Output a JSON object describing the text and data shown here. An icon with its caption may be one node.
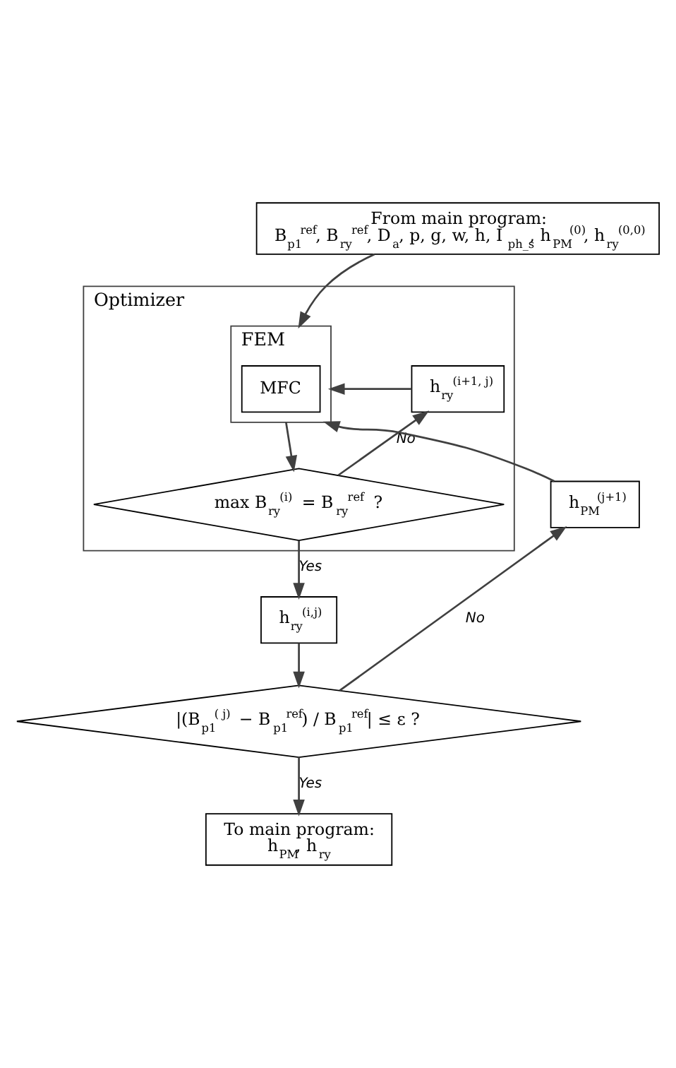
{
  "diagram": {
    "nodes": [
      {
        "text": [
          "From main program:",
          "B$_{p1}$$^{ref}$, B$_{ry}$$^{ref}$, D$_{a}$, p, g, w, h, I$_{ph_s}$, h$_{PM}$$^{(0)}$, h$_{ry}$$^{(0,0)}$"
        ]
      },
      {
        "text": [
          "Optimizer"
        ]
      },
      {
        "text": [
          "FEM"
        ],
        "in": 1
      },
      {
        "text": [
          "MFC"
        ],
        "in": 2
      },
      {
        "text": [
          "h$_{ry}$$^{(i+1, j)}$"
        ],
        "in": 1
      },
      {
        "text": [
          "max B$_{ry}$$^{(i)}$ = B$_{ry}$$^{ref}$ ?"
        ],
        "in": 1
      },
      {
        "text": [
          "h$_{PM}$$^{(j+1)}$"
        ]
      },
      {
        "text": [
          "h$_{ry}$$^{(i,j)}$"
        ]
      },
      {
        "text": [
          "|(B$_{p1}$$^{( j)}$ − B$_{p1}$$^{ref}$) / B$_{p1}$$^{ref}$| ≤ ε ?"
        ]
      },
      {
        "text": [
          "To main program:",
          "h$_{PM}$, h$_{ry}$"
        ]
      }
    ],
    "edges": [
      {
        "from": 0,
        "to": 2,
        "arrow": "to"
      },
      {
        "from": 6,
        "to": 2,
        "arrow": "to"
      },
      {
        "from": 4,
        "to": 2,
        "arrow": "to"
      },
      {
        "from": 2,
        "to": 5,
        "arrow": "to"
      },
      {
        "from": 5,
        "to": 4,
        "arrow": "to",
        "label": "No"
      },
      {
        "from": 5,
        "to": 7,
        "arrow": "to",
        "label": "Yes"
      },
      {
        "from": 7,
        "to": 8,
        "arrow": "to"
      },
      {
        "from": 8,
        "to": 6,
        "arrow": "to",
        "label": "No"
      },
      {
        "from": 8,
        "to": 9,
        "arrow": "to",
        "label": "Yes"
      }
    ]
  }
}
